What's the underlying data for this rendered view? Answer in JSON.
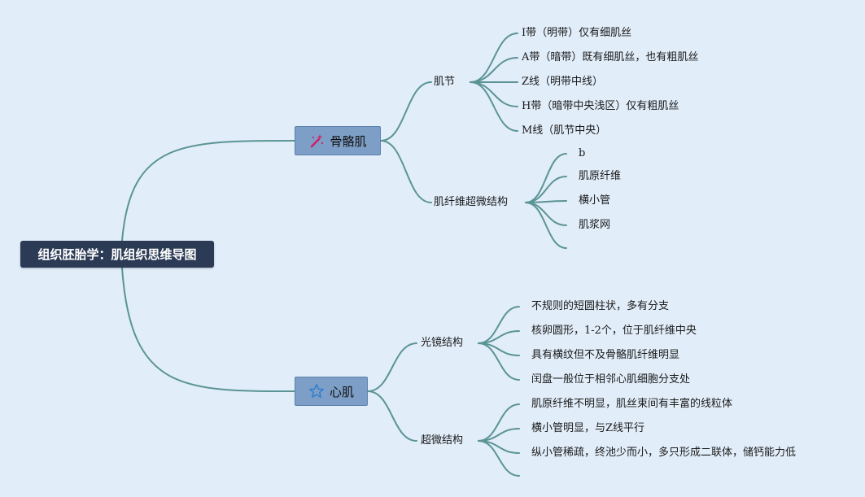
{
  "root": {
    "label": "组织胚胎学：肌组织思维导图"
  },
  "branches": [
    {
      "label": "骨骼肌",
      "icon": "magic-wand-icon",
      "children": [
        {
          "label": "肌节",
          "leaves": [
            "I带（明带）仅有细肌丝",
            "A带（暗带）既有细肌丝，也有粗肌丝",
            "Z线（明带中线）",
            "H带（暗带中央浅区）仅有粗肌丝",
            "M线（肌节中央）"
          ]
        },
        {
          "label": "肌纤维超微结构",
          "leaves": [
            "b",
            "肌原纤维",
            "横小管",
            "肌浆网",
            ""
          ]
        }
      ]
    },
    {
      "label": "心肌",
      "icon": "star-icon",
      "children": [
        {
          "label": "光镜结构",
          "leaves": [
            "不规则的短圆柱状，多有分支",
            "核卵圆形，1-2个，位于肌纤维中央",
            "具有横纹但不及骨骼肌纤维明显",
            "闰盘一般位于相邻心肌细胞分支处"
          ]
        },
        {
          "label": "超微结构",
          "leaves": [
            "肌原纤维不明显，肌丝束间有丰富的线粒体",
            "横小管明显，与Z线平行",
            "纵小管稀疏，终池少而小，多只形成二联体，储钙能力低",
            ""
          ]
        }
      ]
    }
  ],
  "colors": {
    "background": "#e1edf9",
    "connector": "#5b9494",
    "root_fill": "#2c3b55",
    "branch_fill": "#7d9ec6",
    "wand_icon": "#d0206a",
    "star_icon": "#2f7fd0"
  }
}
